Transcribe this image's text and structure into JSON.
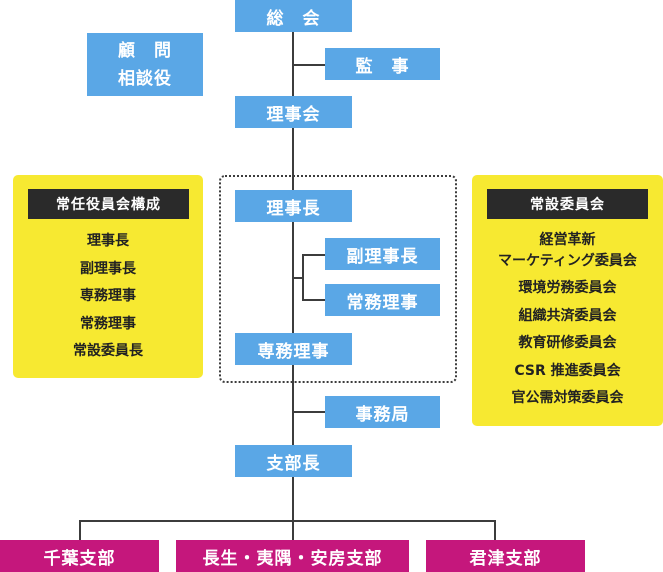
{
  "boxes": {
    "soukai": "総　会",
    "komon_line1": "顧　問",
    "komon_line2": "相談役",
    "kanji": "監　事",
    "rijikai": "理事会",
    "richou": "理事長",
    "fuku_richou": "副理事長",
    "joumu_riji_side": "常務理事",
    "senmu_riji": "専務理事",
    "jimukyoku": "事務局",
    "shibuchou": "支部長"
  },
  "branches": [
    "千葉支部",
    "長生・夷隅・安房支部",
    "君津支部"
  ],
  "left_panel": {
    "title": "常任役員会構成",
    "items": [
      "理事長",
      "副理事長",
      "専務理事",
      "常務理事",
      "常設委員長"
    ]
  },
  "right_panel": {
    "title": "常設委員会",
    "items": [
      "経営革新",
      "マーケティング委員会",
      "環境労務委員会",
      "組織共済委員会",
      "教育研修委員会",
      "CSR 推進委員会",
      "官公需対策委員会"
    ]
  },
  "colors": {
    "box_blue": "#5aa7e6",
    "branch_pink": "#c5177c",
    "panel_yellow": "#f7e931",
    "panel_title_black": "#2a2a2a",
    "line": "#3c3c3c"
  }
}
